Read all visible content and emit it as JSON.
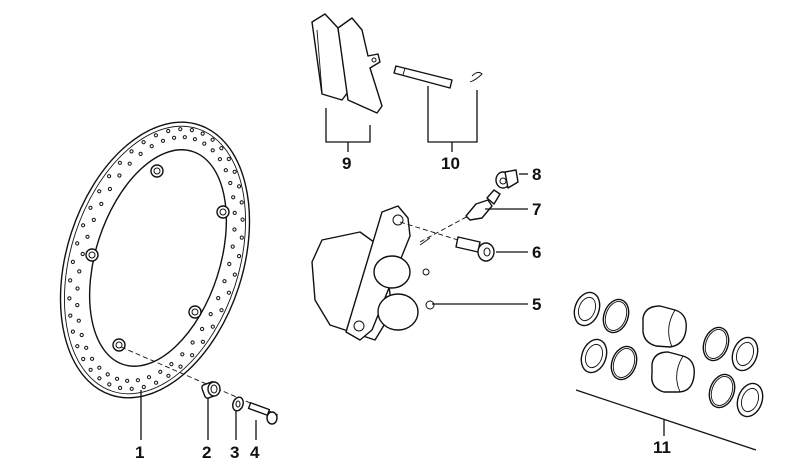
{
  "diagram": {
    "title": "Front brake disc and caliper assembly",
    "callouts": [
      {
        "number": "1",
        "part": "brake-disc"
      },
      {
        "number": "2",
        "part": "bushing"
      },
      {
        "number": "3",
        "part": "washer"
      },
      {
        "number": "4",
        "part": "disc-bolt"
      },
      {
        "number": "5",
        "part": "brake-caliper"
      },
      {
        "number": "6",
        "part": "caliper-bolt"
      },
      {
        "number": "7",
        "part": "bleeder-valve"
      },
      {
        "number": "8",
        "part": "bleeder-cap"
      },
      {
        "number": "9",
        "part": "brake-pads"
      },
      {
        "number": "10",
        "part": "pad-pin-and-clip"
      },
      {
        "number": "11",
        "part": "caliper-repair-kit"
      }
    ]
  }
}
